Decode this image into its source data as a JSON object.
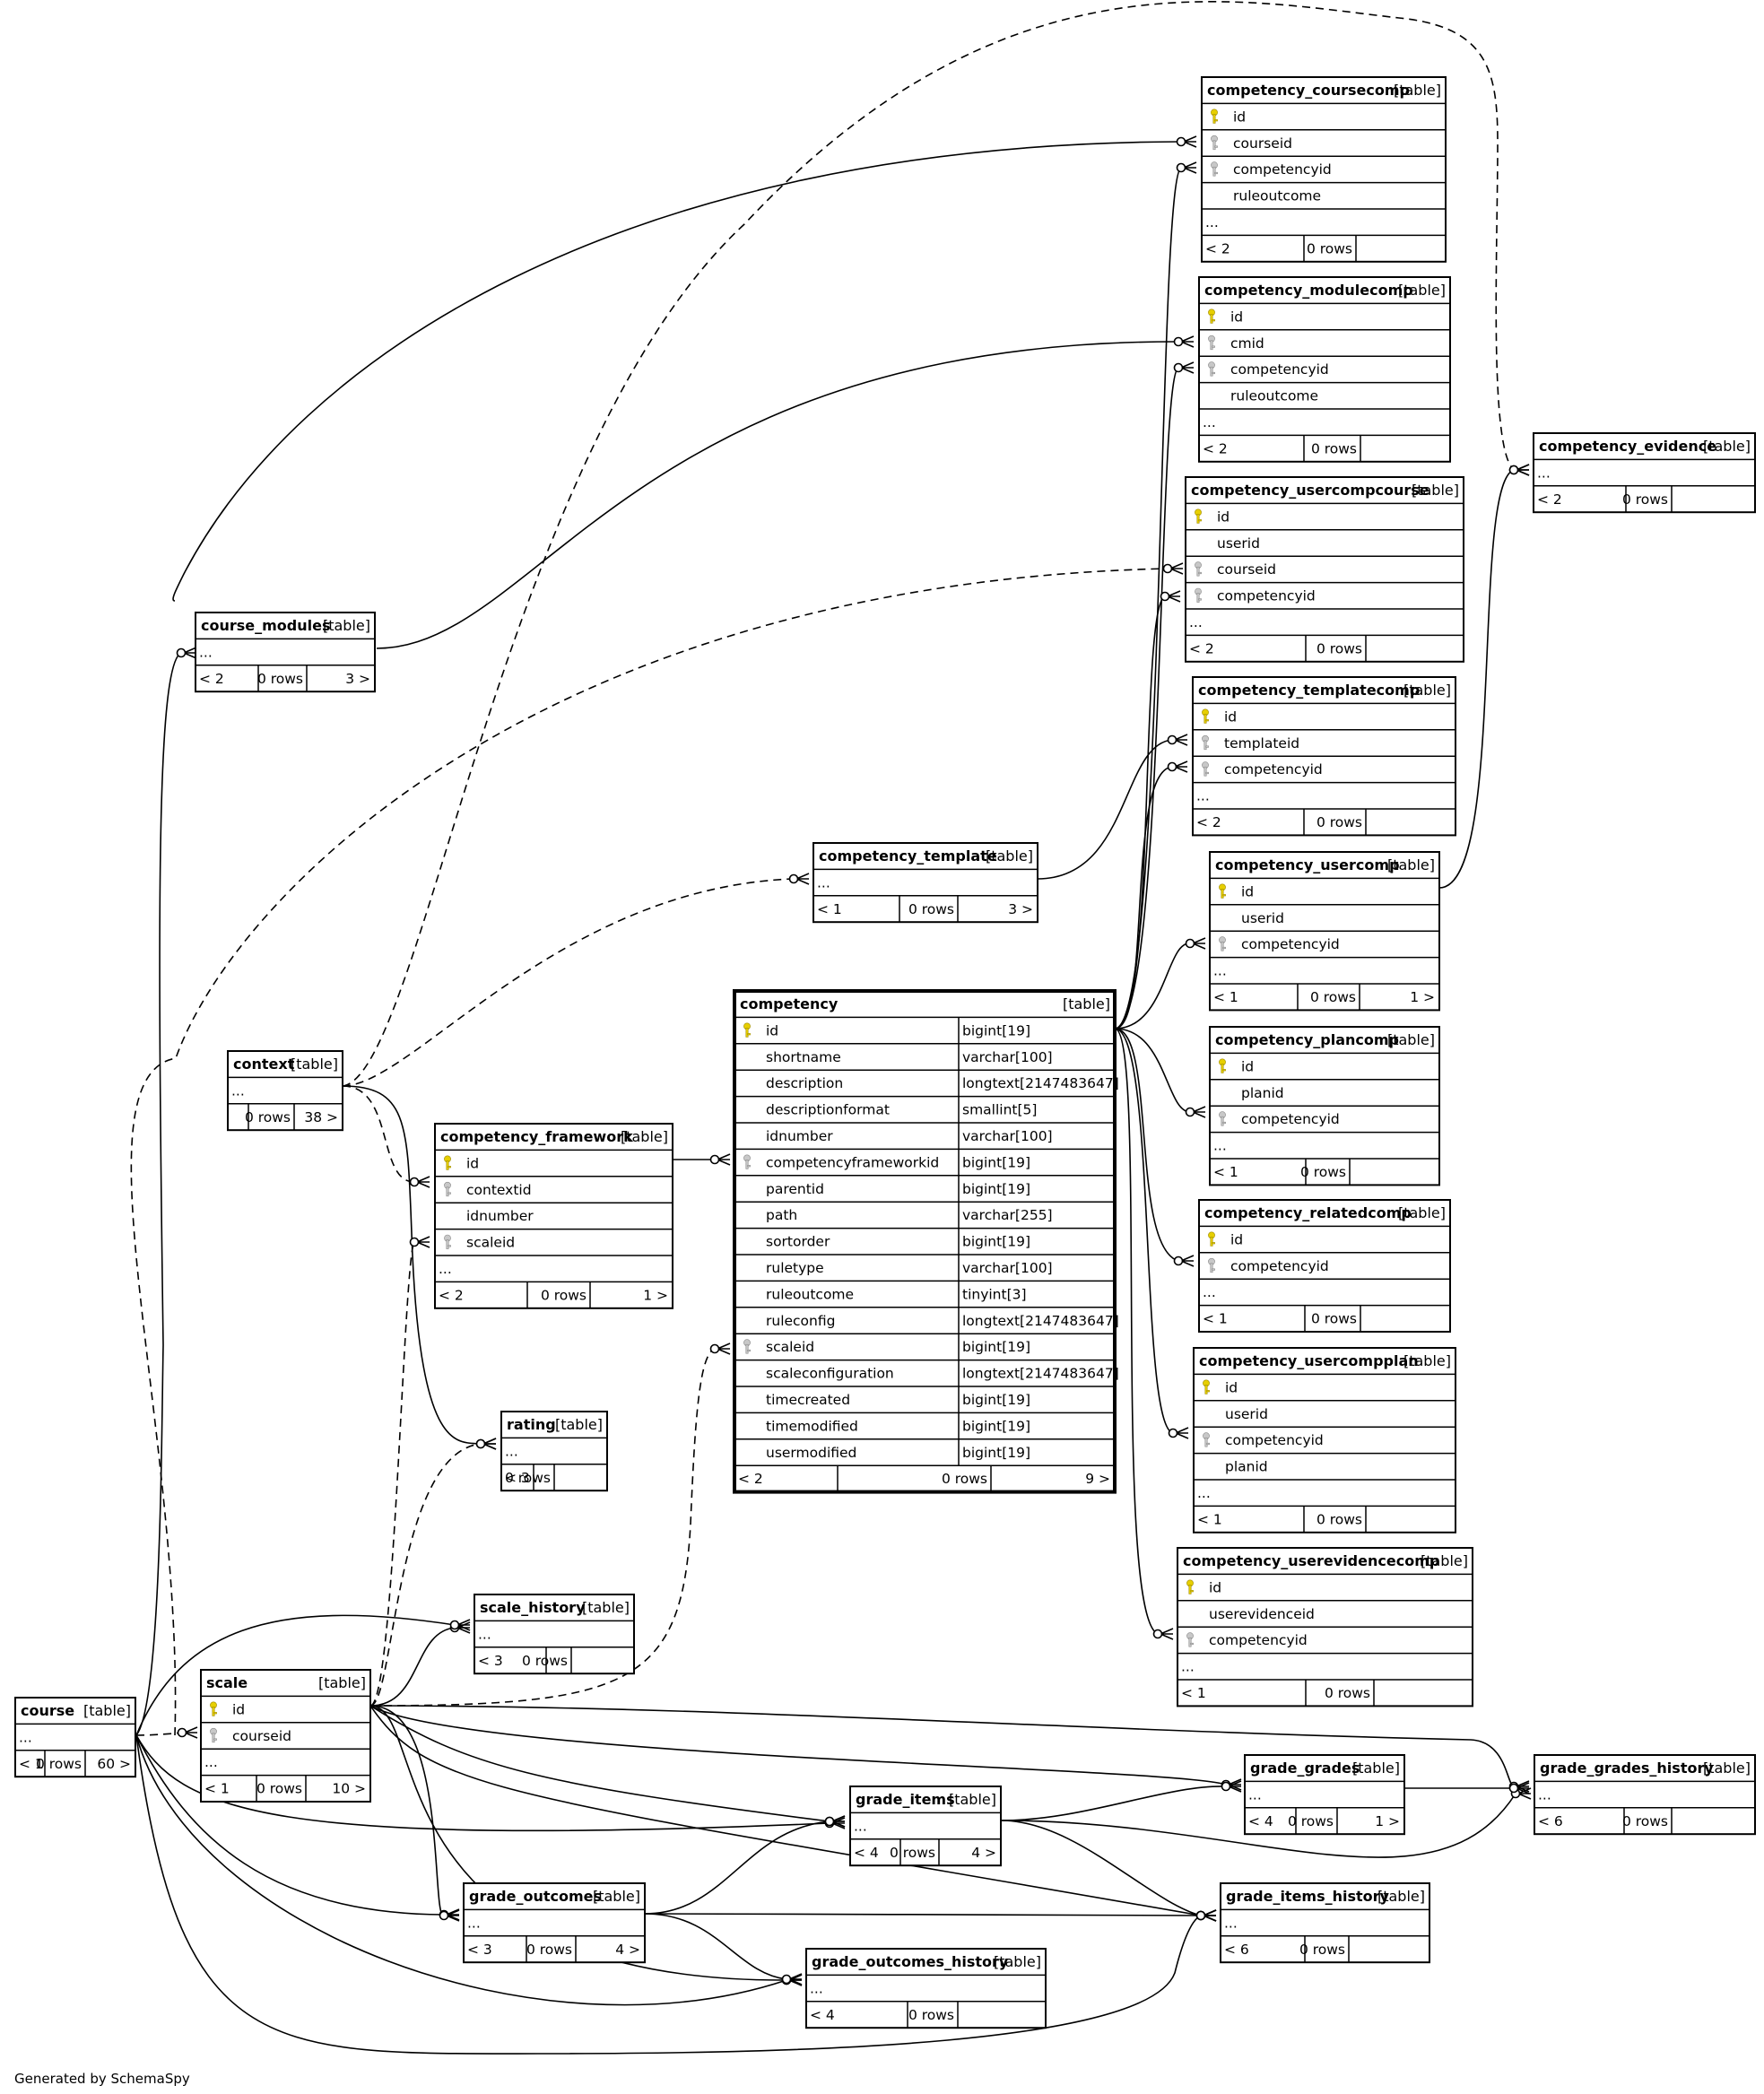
{
  "footer": "Generated by SchemaSpy",
  "type_label": "[table]",
  "tables": [
    {
      "id": "competency_coursecomp",
      "name": "competency_coursecomp",
      "columns": [
        {
          "name": "id",
          "key": "pk"
        },
        {
          "name": "courseid",
          "key": "fk"
        },
        {
          "name": "competencyid",
          "key": "fk"
        },
        {
          "name": "ruleoutcome"
        }
      ],
      "more": "...",
      "parents": "< 2",
      "rows": "0 rows",
      "children": ""
    },
    {
      "id": "competency_modulecomp",
      "name": "competency_modulecomp",
      "columns": [
        {
          "name": "id",
          "key": "pk"
        },
        {
          "name": "cmid",
          "key": "fk"
        },
        {
          "name": "competencyid",
          "key": "fk"
        },
        {
          "name": "ruleoutcome"
        }
      ],
      "more": "...",
      "parents": "< 2",
      "rows": "0 rows",
      "children": ""
    },
    {
      "id": "competency_evidence",
      "name": "competency_evidence",
      "columns": [],
      "more": "...",
      "parents": "< 2",
      "rows": "0 rows",
      "children": ""
    },
    {
      "id": "competency_usercompcourse",
      "name": "competency_usercompcourse",
      "columns": [
        {
          "name": "id",
          "key": "pk"
        },
        {
          "name": "userid"
        },
        {
          "name": "courseid",
          "key": "fk"
        },
        {
          "name": "competencyid",
          "key": "fk"
        }
      ],
      "more": "...",
      "parents": "< 2",
      "rows": "0 rows",
      "children": ""
    },
    {
      "id": "course_modules",
      "name": "course_modules",
      "columns": [],
      "more": "...",
      "parents": "< 2",
      "rows": "0 rows",
      "children": "3 >"
    },
    {
      "id": "competency_templatecomp",
      "name": "competency_templatecomp",
      "columns": [
        {
          "name": "id",
          "key": "pk"
        },
        {
          "name": "templateid",
          "key": "fk"
        },
        {
          "name": "competencyid",
          "key": "fk"
        }
      ],
      "more": "...",
      "parents": "< 2",
      "rows": "0 rows",
      "children": ""
    },
    {
      "id": "competency_template",
      "name": "competency_template",
      "columns": [],
      "more": "...",
      "parents": "< 1",
      "rows": "0 rows",
      "children": "3 >"
    },
    {
      "id": "competency_usercomp",
      "name": "competency_usercomp",
      "columns": [
        {
          "name": "id",
          "key": "pk"
        },
        {
          "name": "userid"
        },
        {
          "name": "competencyid",
          "key": "fk"
        }
      ],
      "more": "...",
      "parents": "< 1",
      "rows": "0 rows",
      "children": "1 >"
    },
    {
      "id": "competency",
      "name": "competency",
      "main": true,
      "columns": [
        {
          "name": "id",
          "key": "pk",
          "type": "bigint[19]"
        },
        {
          "name": "shortname",
          "type": "varchar[100]"
        },
        {
          "name": "description",
          "type": "longtext[2147483647]"
        },
        {
          "name": "descriptionformat",
          "type": "smallint[5]"
        },
        {
          "name": "idnumber",
          "type": "varchar[100]"
        },
        {
          "name": "competencyframeworkid",
          "key": "fk",
          "type": "bigint[19]"
        },
        {
          "name": "parentid",
          "type": "bigint[19]"
        },
        {
          "name": "path",
          "type": "varchar[255]"
        },
        {
          "name": "sortorder",
          "type": "bigint[19]"
        },
        {
          "name": "ruletype",
          "type": "varchar[100]"
        },
        {
          "name": "ruleoutcome",
          "type": "tinyint[3]"
        },
        {
          "name": "ruleconfig",
          "type": "longtext[2147483647]"
        },
        {
          "name": "scaleid",
          "key": "fk",
          "type": "bigint[19]"
        },
        {
          "name": "scaleconfiguration",
          "type": "longtext[2147483647]"
        },
        {
          "name": "timecreated",
          "type": "bigint[19]"
        },
        {
          "name": "timemodified",
          "type": "bigint[19]"
        },
        {
          "name": "usermodified",
          "type": "bigint[19]"
        }
      ],
      "more": "",
      "parents": "< 2",
      "rows": "0 rows",
      "children": "9 >"
    },
    {
      "id": "competency_plancomp",
      "name": "competency_plancomp",
      "columns": [
        {
          "name": "id",
          "key": "pk"
        },
        {
          "name": "planid"
        },
        {
          "name": "competencyid",
          "key": "fk"
        }
      ],
      "more": "...",
      "parents": "< 1",
      "rows": "0 rows",
      "children": ""
    },
    {
      "id": "context",
      "name": "context",
      "columns": [],
      "more": "...",
      "parents": "",
      "rows": "0 rows",
      "children": "38 >"
    },
    {
      "id": "competency_framework",
      "name": "competency_framework",
      "columns": [
        {
          "name": "id",
          "key": "pk"
        },
        {
          "name": "contextid",
          "key": "fk"
        },
        {
          "name": "idnumber"
        },
        {
          "name": "scaleid",
          "key": "fk"
        }
      ],
      "more": "...",
      "parents": "< 2",
      "rows": "0 rows",
      "children": "1 >"
    },
    {
      "id": "competency_relatedcomp",
      "name": "competency_relatedcomp",
      "columns": [
        {
          "name": "id",
          "key": "pk"
        },
        {
          "name": "competencyid",
          "key": "fk"
        }
      ],
      "more": "...",
      "parents": "< 1",
      "rows": "0 rows",
      "children": ""
    },
    {
      "id": "competency_usercompplan",
      "name": "competency_usercompplan",
      "columns": [
        {
          "name": "id",
          "key": "pk"
        },
        {
          "name": "userid"
        },
        {
          "name": "competencyid",
          "key": "fk"
        },
        {
          "name": "planid"
        }
      ],
      "more": "...",
      "parents": "< 1",
      "rows": "0 rows",
      "children": ""
    },
    {
      "id": "rating",
      "name": "rating",
      "columns": [],
      "more": "...",
      "parents": "< 3",
      "rows": "0 rows",
      "children": ""
    },
    {
      "id": "competency_userevidencecomp",
      "name": "competency_userevidencecomp",
      "columns": [
        {
          "name": "id",
          "key": "pk"
        },
        {
          "name": "userevidenceid"
        },
        {
          "name": "competencyid",
          "key": "fk"
        }
      ],
      "more": "...",
      "parents": "< 1",
      "rows": "0 rows",
      "children": ""
    },
    {
      "id": "scale_history",
      "name": "scale_history",
      "columns": [],
      "more": "...",
      "parents": "< 3",
      "rows": "0 rows",
      "children": ""
    },
    {
      "id": "course",
      "name": "course",
      "columns": [],
      "more": "...",
      "parents": "< 1",
      "rows": "0 rows",
      "children": "60 >"
    },
    {
      "id": "scale",
      "name": "scale",
      "columns": [
        {
          "name": "id",
          "key": "pk"
        },
        {
          "name": "courseid",
          "key": "fk"
        }
      ],
      "more": "...",
      "parents": "< 1",
      "rows": "0 rows",
      "children": "10 >"
    },
    {
      "id": "grade_grades",
      "name": "grade_grades",
      "columns": [],
      "more": "...",
      "parents": "< 4",
      "rows": "0 rows",
      "children": "1 >"
    },
    {
      "id": "grade_grades_history",
      "name": "grade_grades_history",
      "columns": [],
      "more": "...",
      "parents": "< 6",
      "rows": "0 rows",
      "children": ""
    },
    {
      "id": "grade_items",
      "name": "grade_items",
      "columns": [],
      "more": "...",
      "parents": "< 4",
      "rows": "0 rows",
      "children": "4 >"
    },
    {
      "id": "grade_outcomes",
      "name": "grade_outcomes",
      "columns": [],
      "more": "...",
      "parents": "< 3",
      "rows": "0 rows",
      "children": "4 >"
    },
    {
      "id": "grade_items_history",
      "name": "grade_items_history",
      "columns": [],
      "more": "...",
      "parents": "< 6",
      "rows": "0 rows",
      "children": ""
    },
    {
      "id": "grade_outcomes_history",
      "name": "grade_outcomes_history",
      "columns": [],
      "more": "...",
      "parents": "< 4",
      "rows": "0 rows",
      "children": ""
    }
  ]
}
